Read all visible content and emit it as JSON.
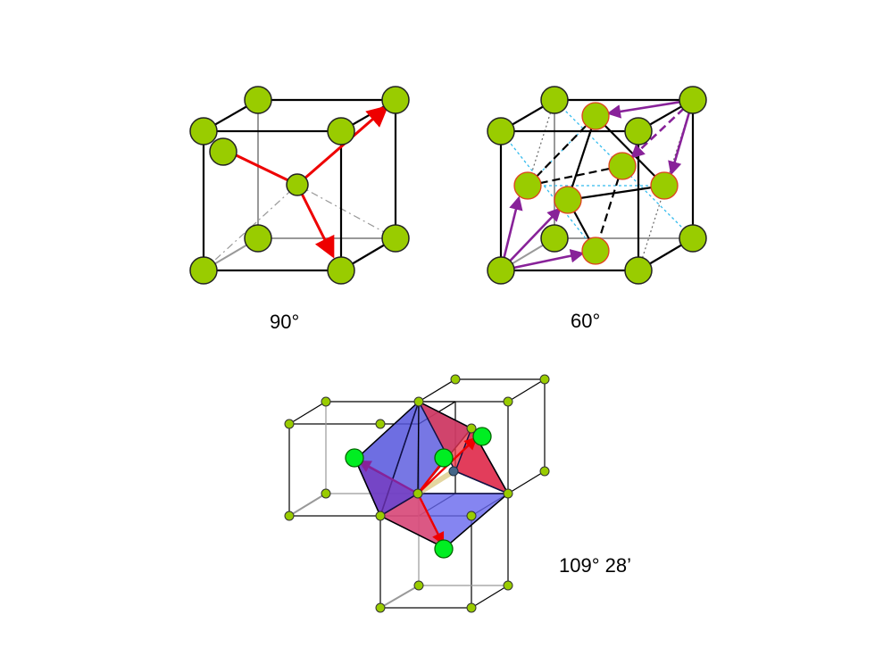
{
  "labels": {
    "angle_90": "90°",
    "angle_60": "60°",
    "angle_109": "109° 28’"
  },
  "colors": {
    "atom": "#99cc00",
    "atom_interstitial": "#00ee22",
    "edge": "#000000",
    "hidden_edge": "#888888",
    "arrow_red": "#ee0000",
    "arrow_purple": "#882299",
    "dotted_blue": "#33bbee",
    "face_blue": "#5555dd",
    "face_red": "#ee3344"
  }
}
